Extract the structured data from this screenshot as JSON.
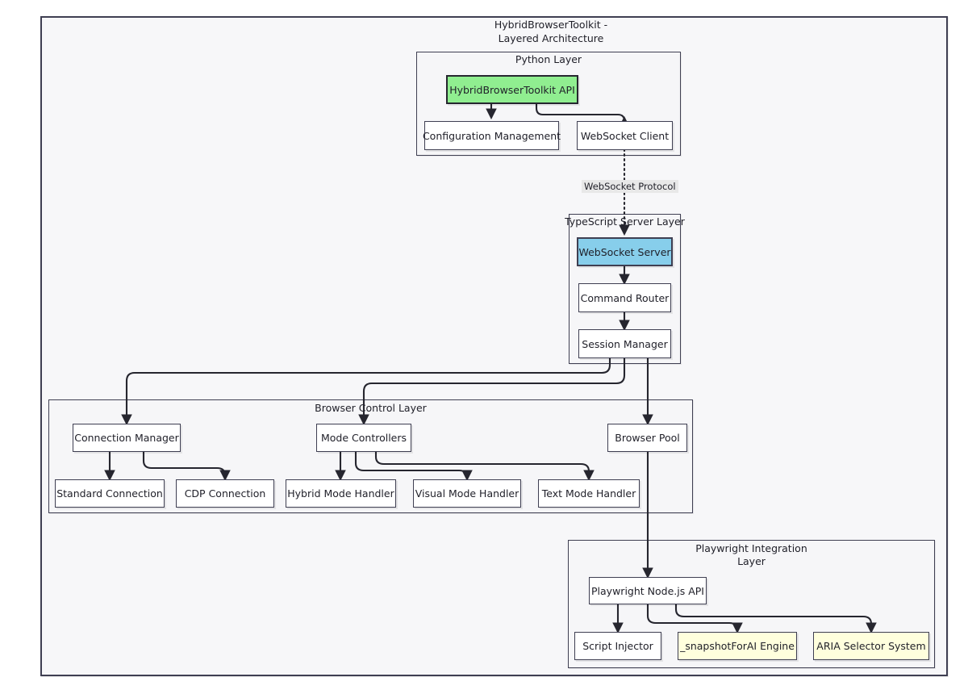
{
  "diagram": {
    "title": "HybridBrowserToolkit -\nLayered Architecture",
    "colors": {
      "canvas_background": "#f7f7f9",
      "canvas_border": "#3f3f52",
      "node_border": "#3f3f52",
      "node_fill": "#ffffff",
      "edge": "#26262f",
      "accent_green": "#90ee90",
      "accent_blue": "#87ceeb",
      "accent_cream": "#ffffdd",
      "edge_label_background": "#e8e8e8"
    },
    "subgraphs": [
      {
        "id": "python_layer",
        "title": "Python Layer"
      },
      {
        "id": "typescript_layer",
        "title": "TypeScript Server Layer"
      },
      {
        "id": "browser_control_layer",
        "title": "Browser Control Layer"
      },
      {
        "id": "playwright_layer",
        "title": "Playwright Integration\nLayer"
      }
    ],
    "nodes": {
      "hybrid_api": "HybridBrowserToolkit API",
      "config_management": "Configuration Management",
      "websocket_client": "WebSocket Client",
      "websocket_server": "WebSocket Server",
      "command_router": "Command Router",
      "session_manager": "Session Manager",
      "connection_manager": "Connection Manager",
      "standard_connection": "Standard Connection",
      "cdp_connection": "CDP Connection",
      "mode_controllers": "Mode Controllers",
      "hybrid_mode_handler": "Hybrid Mode Handler",
      "visual_mode_handler": "Visual Mode Handler",
      "text_mode_handler": "Text Mode Handler",
      "browser_pool": "Browser Pool",
      "playwright_api": "Playwright Node.js API",
      "script_injector": "Script Injector",
      "snapshot_engine": "_snapshotForAI Engine",
      "aria_selector": "ARIA Selector System"
    },
    "edge_labels": {
      "websocket_protocol": "WebSocket Protocol"
    }
  }
}
